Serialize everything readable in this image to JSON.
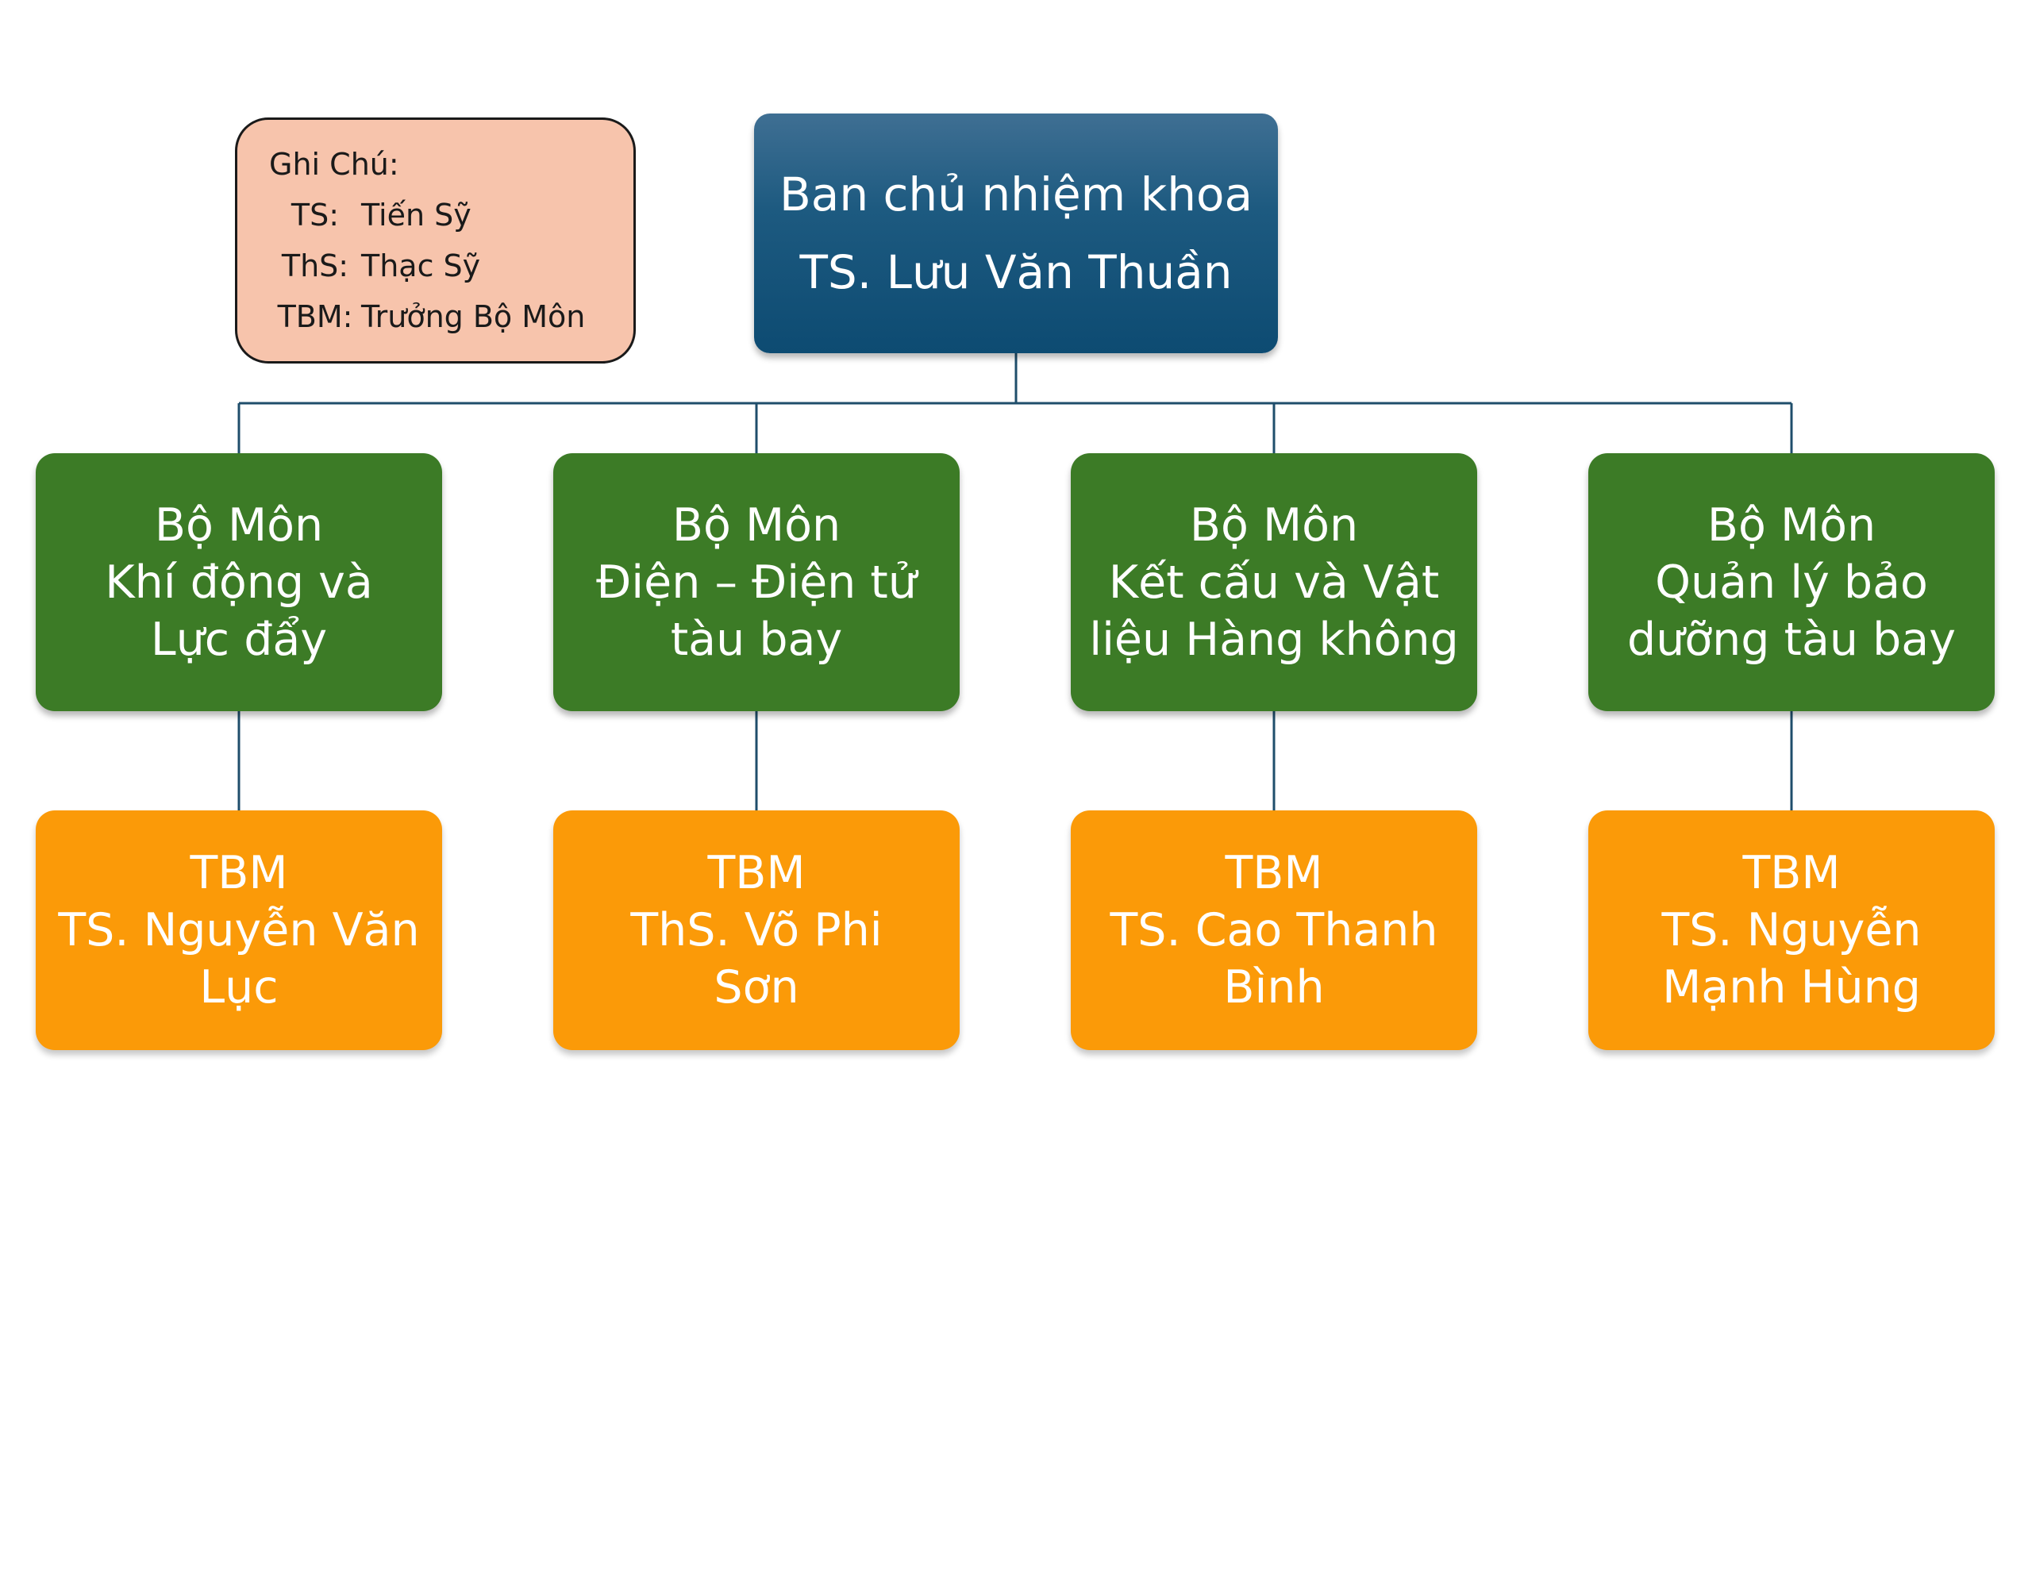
{
  "legend": {
    "title": "Ghi Chú:",
    "items": [
      {
        "abbr": "TS:",
        "meaning": "Tiến Sỹ"
      },
      {
        "abbr": "ThS:",
        "meaning": "Thạc Sỹ"
      },
      {
        "abbr": "TBM:",
        "meaning": "Trưởng Bộ Môn"
      }
    ]
  },
  "top": {
    "lines": [
      "Ban chủ nhiệm khoa",
      "TS. Lưu Văn Thuần"
    ]
  },
  "departments": [
    {
      "lines": [
        "Bộ Môn",
        "Khí động và",
        "Lực đẩy"
      ]
    },
    {
      "lines": [
        "Bộ Môn",
        "Điện – Điện tử",
        "tàu bay"
      ]
    },
    {
      "lines": [
        "Bộ Môn",
        "Kết cấu và Vật",
        "liệu Hàng không"
      ]
    },
    {
      "lines": [
        "Bộ Môn",
        "Quản lý bảo",
        "dưỡng tàu bay"
      ]
    }
  ],
  "heads": [
    {
      "lines": [
        "TBM",
        "TS. Nguyễn Văn",
        "Lục"
      ]
    },
    {
      "lines": [
        "TBM",
        "ThS. Võ Phi",
        "Sơn"
      ]
    },
    {
      "lines": [
        "TBM",
        "TS. Cao Thanh",
        "Bình"
      ]
    },
    {
      "lines": [
        "TBM",
        "TS. Nguyễn",
        "Mạnh Hùng"
      ]
    }
  ],
  "colors": {
    "top_box": "#0d4b72",
    "department_box": "#3c7b26",
    "head_box": "#fb9a08",
    "legend_box": "#f7c4ac",
    "connector": "#1f4e6b"
  }
}
